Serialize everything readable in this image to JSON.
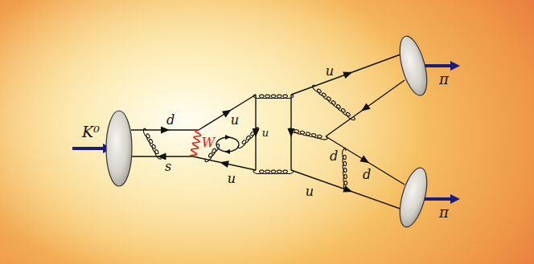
{
  "diagram": {
    "labels": [
      "K⁰",
      "d",
      "s",
      "W",
      "u",
      "u",
      "u",
      "u",
      "d",
      "u",
      "d",
      "π",
      "π"
    ]
  }
}
